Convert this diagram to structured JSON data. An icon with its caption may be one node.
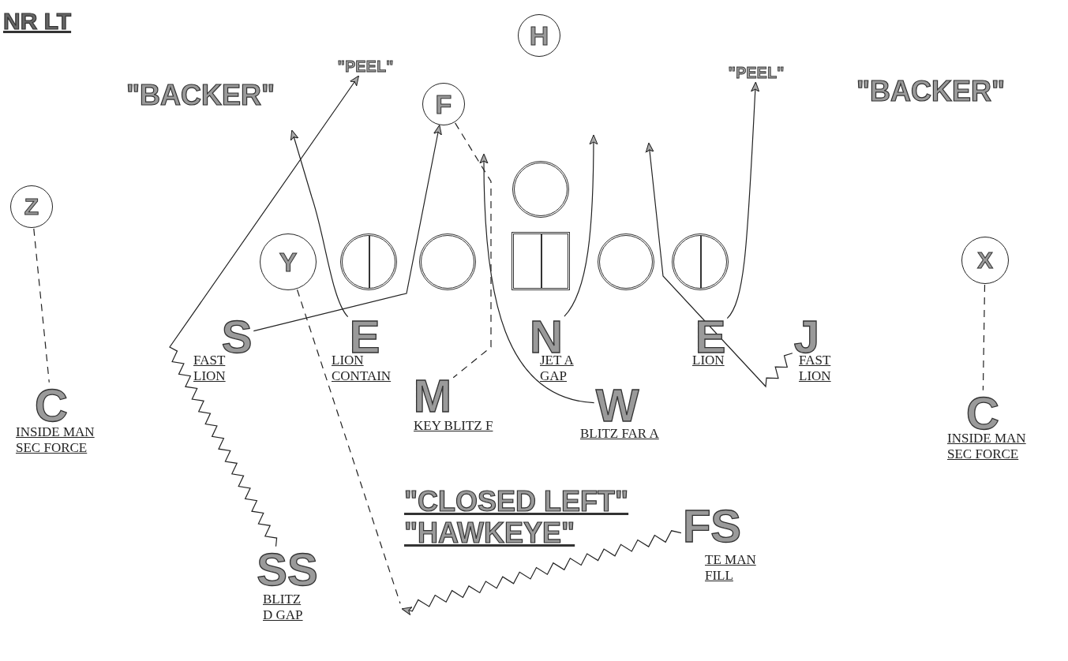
{
  "diagram": {
    "title": "NR LT",
    "nodes": [
      {
        "text": [
          "H"
        ]
      },
      {
        "text": [
          "F"
        ]
      },
      {
        "text": [
          "Z"
        ]
      },
      {
        "text": [],
        "shape": "circle"
      },
      {
        "text": [
          "Y"
        ]
      },
      {
        "text": [],
        "shape": "circle"
      },
      {
        "text": [],
        "shape": "circle"
      },
      {
        "text": [],
        "shape": "box"
      },
      {
        "text": [],
        "shape": "circle"
      },
      {
        "text": [],
        "shape": "circle"
      },
      {
        "text": [
          "X"
        ]
      },
      {
        "text": [
          "S"
        ],
        "beside": [
          "FAST LION"
        ]
      },
      {
        "text": [
          "E"
        ],
        "beside": [
          "LION CONTAIN"
        ]
      },
      {
        "text": [
          "N"
        ],
        "beside": [
          "JET A GAP"
        ]
      },
      {
        "text": [
          "E"
        ],
        "beside": [
          "LION"
        ]
      },
      {
        "text": [
          "J"
        ],
        "beside": [
          "FAST LION"
        ]
      },
      {
        "text": [
          "C"
        ],
        "beside": [
          "INSIDE MAN SEC FORCE"
        ]
      },
      {
        "text": [
          "M"
        ],
        "beside": [
          "KEY BLITZ F"
        ]
      },
      {
        "text": [
          "W"
        ],
        "beside": [
          "BLITZ FAR A"
        ]
      },
      {
        "text": [
          "C"
        ],
        "beside": [
          "INSIDE MAN SEC FORCE"
        ]
      },
      {
        "text": [
          "SS"
        ],
        "beside": [
          "BLITZ D GAP"
        ]
      },
      {
        "text": [
          "FS"
        ],
        "beside": [
          "TE MAN FILL"
        ]
      },
      {
        "text": [
          "\"PEEL\""
        ]
      },
      {
        "text": [
          "\"PEEL\""
        ]
      }
    ],
    "edges": [
      {
        "from": 20,
        "to": 22,
        "arrow": "to"
      },
      {
        "from": 11,
        "to": 1,
        "arrow": "to"
      },
      {
        "from": 12,
        "to": null,
        "arrow": "to"
      },
      {
        "from": 13,
        "to": null,
        "arrow": "to"
      },
      {
        "from": 18,
        "to": null,
        "arrow": "to"
      },
      {
        "from": 14,
        "to": 23,
        "arrow": "to"
      },
      {
        "from": 15,
        "to": null,
        "arrow": "to"
      },
      {
        "from": 2,
        "to": 16,
        "arrow": "none",
        "style": "dashed"
      },
      {
        "from": 1,
        "to": 17,
        "arrow": "none",
        "style": "dashed"
      },
      {
        "from": 10,
        "to": 19,
        "arrow": "none",
        "style": "dashed"
      },
      {
        "from": 4,
        "to": null,
        "arrow": "none",
        "style": "dashed"
      },
      {
        "from": 21,
        "to": null,
        "arrow": "to"
      }
    ],
    "labels": [
      "\"BACKER\"",
      "\"BACKER\"",
      "\"CLOSED LEFT\"",
      "\"HAWKEYE\""
    ]
  }
}
